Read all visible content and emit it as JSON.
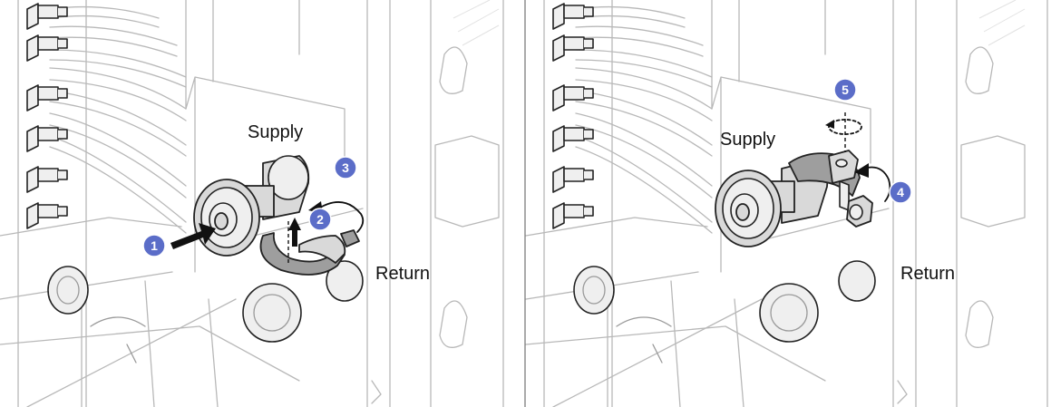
{
  "panels": [
    {
      "label_supply": "Supply",
      "label_return": "Return",
      "callouts": [
        "1",
        "2",
        "3"
      ]
    },
    {
      "label_supply": "Supply",
      "label_return": "Return",
      "callouts": [
        "4",
        "5"
      ]
    }
  ],
  "colors": {
    "callout": "#5b6dc8",
    "arrow": "#111111",
    "outline": "#b8b8b8"
  }
}
